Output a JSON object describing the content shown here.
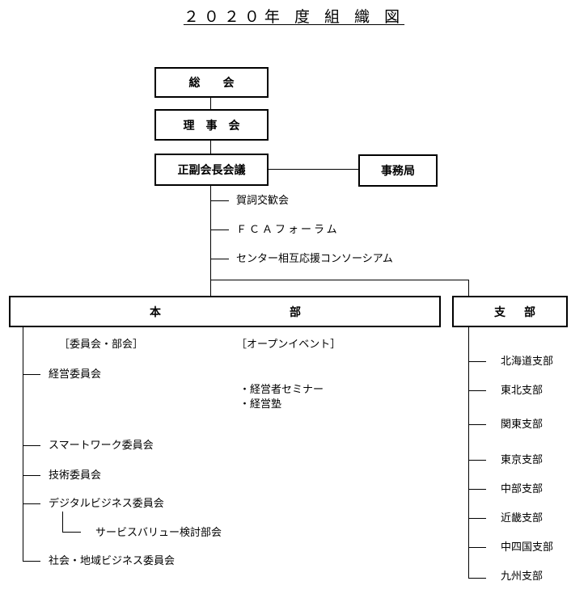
{
  "title": "２０２０年 度 組 織 図",
  "boxes": {
    "soukai": "総　　会",
    "rijikai": "理　事　会",
    "kaigi": "正副会長会議",
    "jimukyoku": "事務局",
    "honbu_left": "本",
    "honbu_right": "部",
    "shibu_left": "支",
    "shibu_right": "部"
  },
  "events": [
    "賀詞交歓会",
    "ＦＣＡフォーラム",
    "センター相互応援コンソーシアム"
  ],
  "headquarters": {
    "committees_heading": "［委員会・部会］",
    "events_heading": "［オープンイベント］",
    "committees": [
      "経営委員会",
      "スマートワーク委員会",
      "技術委員会",
      "デジタルビジネス委員会",
      "社会・地域ビジネス委員会"
    ],
    "sub_committee": "サービスバリュー検討部会",
    "open_events": [
      "・経営者セミナー",
      "・経営塾"
    ]
  },
  "branches": [
    "北海道支部",
    "東北支部",
    "関東支部",
    "東京支部",
    "中部支部",
    "近畿支部",
    "中四国支部",
    "九州支部"
  ]
}
